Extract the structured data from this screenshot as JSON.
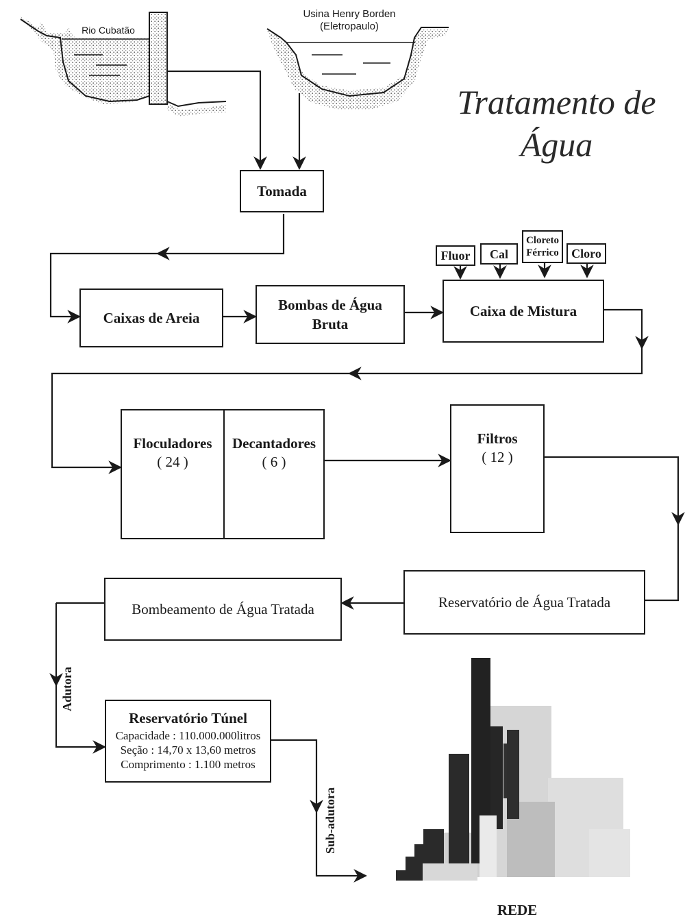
{
  "title": {
    "line1": "Tratamento de",
    "line2": "Água"
  },
  "sources": {
    "river": "Rio Cubatão",
    "plant_line1": "Usina Henry Borden",
    "plant_line2": "(Eletropaulo)"
  },
  "steps": {
    "tomada": "Tomada",
    "caixas_areia": "Caixas de Areia",
    "bombas_line1": "Bombas de Água",
    "bombas_line2": "Bruta",
    "caixa_mistura": "Caixa de Mistura",
    "floculadores": "Floculadores",
    "floculadores_count": "( 24 )",
    "decantadores": "Decantadores",
    "decantadores_count": "( 6 )",
    "filtros": "Filtros",
    "filtros_count": "( 12 )",
    "reservatorio_tratada": "Reservatório de Água Tratada",
    "bombeamento": "Bombeamento de Água Tratada",
    "reservatorio_tunel": "Reservatório Túnel",
    "capacidade": "Capacidade : 110.000.000litros",
    "secao": "Seção : 14,70 x 13,60 metros",
    "comprimento": "Comprimento : 1.100 metros",
    "rede": "REDE"
  },
  "additives": {
    "fluor": "Fluor",
    "cal": "Cal",
    "cloreto_line1": "Cloreto",
    "cloreto_line2": "Férrico",
    "cloro": "Cloro"
  },
  "pipes": {
    "adutora": "Adutora",
    "sub_adutora": "Sub-adutora"
  }
}
